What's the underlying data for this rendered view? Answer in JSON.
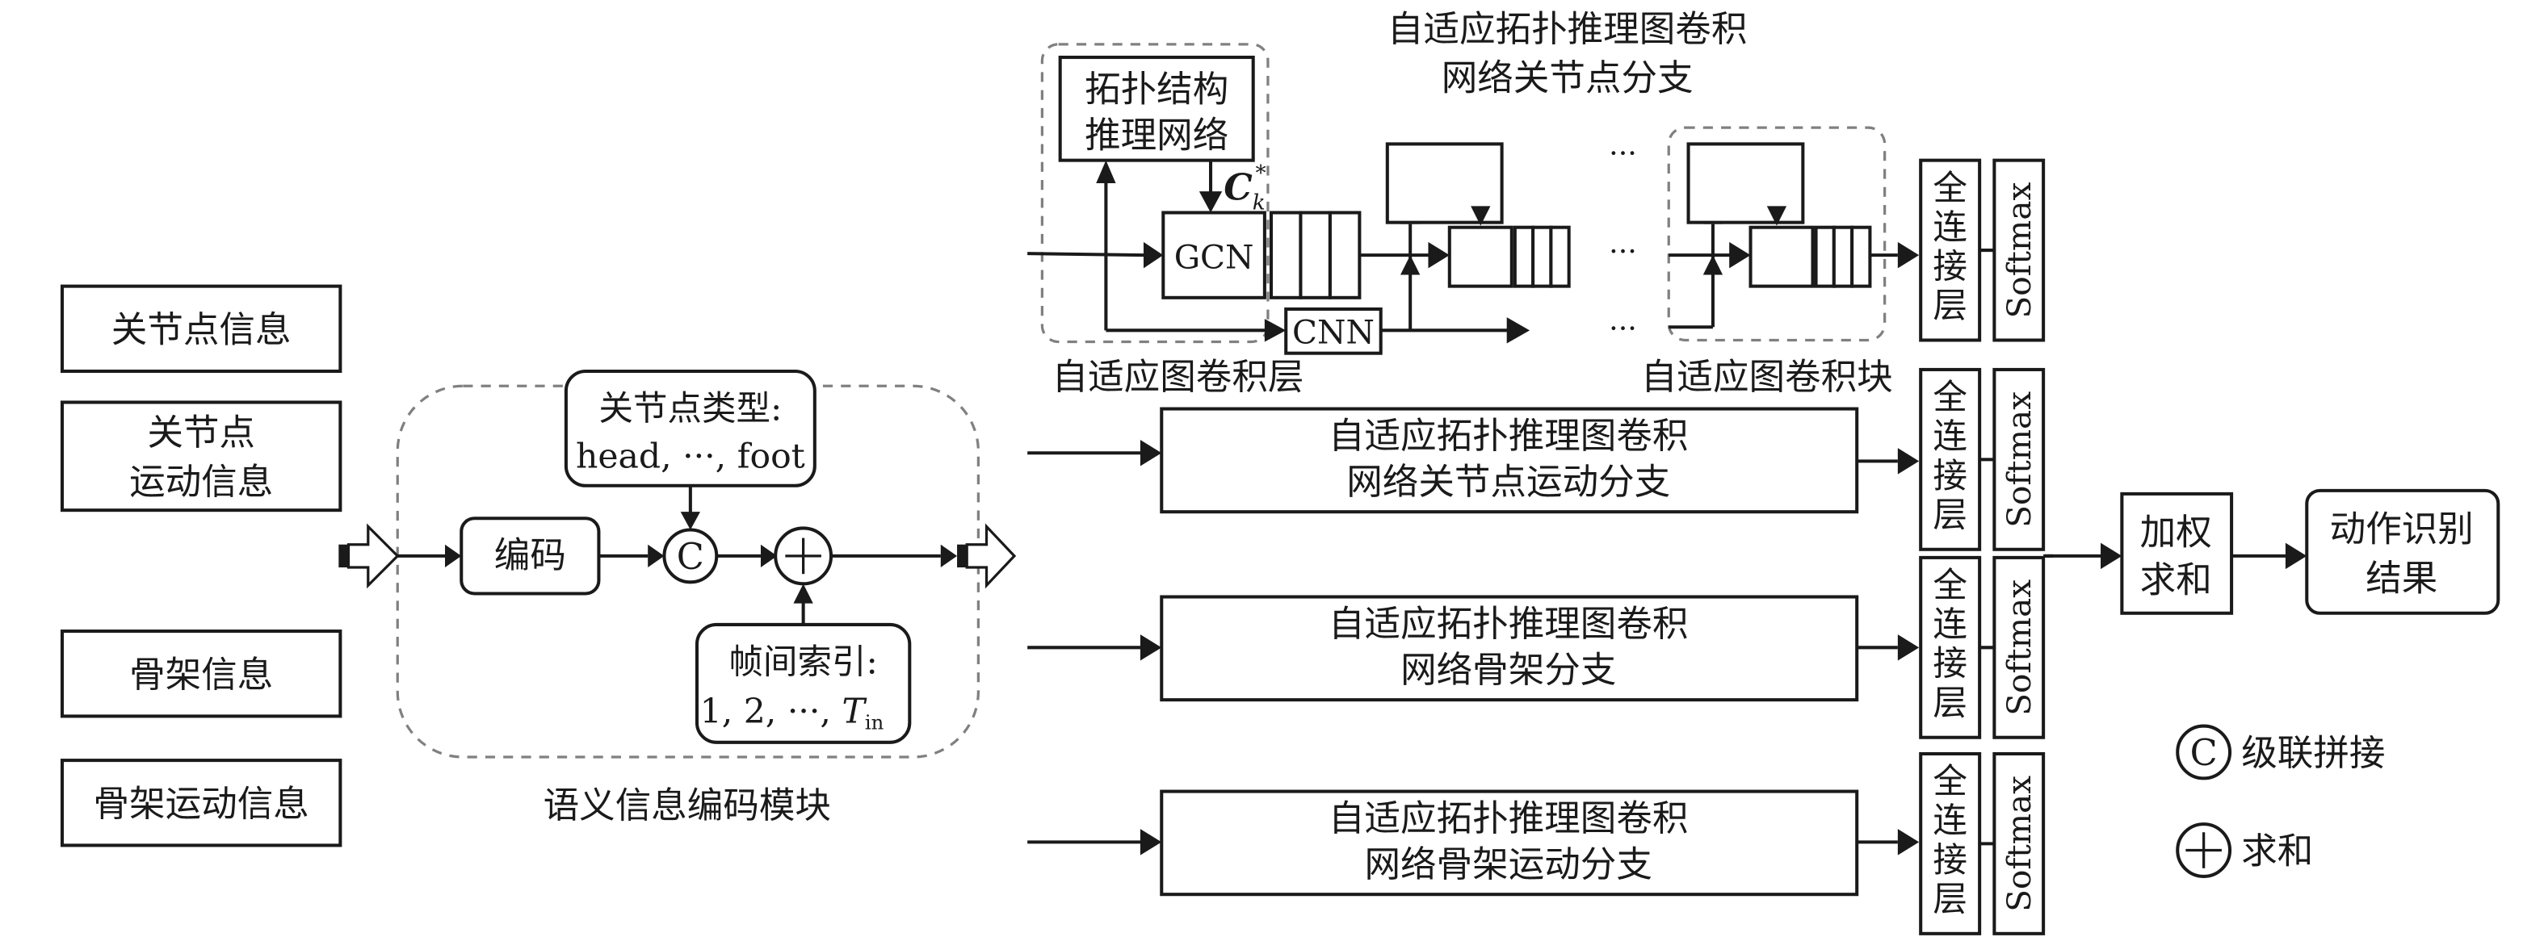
{
  "inputs": [
    {
      "lines": [
        "关节点信息"
      ]
    },
    {
      "lines": [
        "关节点",
        "运动信息"
      ]
    },
    {
      "lines": [
        "骨架信息"
      ]
    },
    {
      "lines": [
        "骨架运动信息"
      ]
    }
  ],
  "semantic_module": {
    "caption": "语义信息编码模块",
    "encode_label": "编码",
    "joint_type": {
      "line1": "关节点类型:",
      "line2": "head, ···, foot"
    },
    "frame_index": {
      "line1": "帧间索引:",
      "line2_prefix": "1, 2, ···, ",
      "T": "T",
      "T_sub": "in"
    },
    "concat_symbol": "C",
    "sum_symbol": "+"
  },
  "joint_branch": {
    "title_line1": "自适应拓扑推理图卷积",
    "title_line2": "网络关节点分支",
    "topology_net": {
      "line1": "拓扑结构",
      "line2": "推理网络"
    },
    "ck_label": "C",
    "ck_sub": "k",
    "ck_sup": "*",
    "gcn_label": "GCN",
    "cnn_label": "CNN",
    "ellipsis": "···",
    "layer_caption": "自适应图卷积层",
    "block_caption": "自适应图卷积块"
  },
  "branches": [
    {
      "line1": "自适应拓扑推理图卷积",
      "line2": "网络关节点运动分支"
    },
    {
      "line1": "自适应拓扑推理图卷积",
      "line2": "网络骨架分支"
    },
    {
      "line1": "自适应拓扑推理图卷积",
      "line2": "网络骨架运动分支"
    }
  ],
  "heads": {
    "fc_chars": [
      "全",
      "连",
      "接",
      "层"
    ],
    "softmax_label": "Softmax"
  },
  "fusion": {
    "line1": "加权",
    "line2": "求和"
  },
  "result": {
    "line1": "动作识别",
    "line2": "结果"
  },
  "legend": [
    {
      "symbol": "C",
      "label": "级联拼接"
    },
    {
      "symbol": "+",
      "label": "求和"
    }
  ]
}
